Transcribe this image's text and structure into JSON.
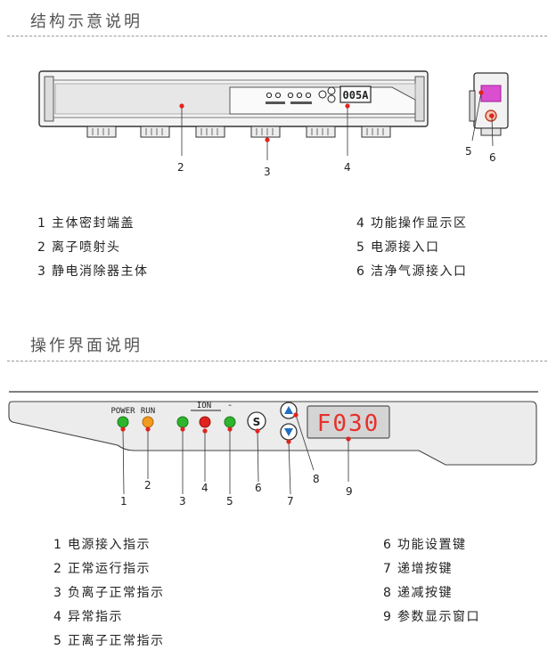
{
  "section1": {
    "title": "结构示意说明",
    "panel_digits": "005A",
    "callouts": [
      "2",
      "3",
      "4",
      "5",
      "6"
    ],
    "legend_left": [
      {
        "num": "1",
        "text": "主体密封端盖"
      },
      {
        "num": "2",
        "text": "离子喷射头"
      },
      {
        "num": "3",
        "text": "静电消除器主体"
      }
    ],
    "legend_right": [
      {
        "num": "4",
        "text": "功能操作显示区"
      },
      {
        "num": "5",
        "text": "电源接入口"
      },
      {
        "num": "6",
        "text": "洁净气源接入口"
      }
    ]
  },
  "section2": {
    "title": "操作界面说明",
    "label_power": "POWER",
    "label_run": "RUN",
    "label_ion": "ION",
    "label_minus": "-",
    "set_key": "S",
    "display": "F030",
    "callouts": [
      "1",
      "2",
      "3",
      "4",
      "5",
      "6",
      "7",
      "8",
      "9"
    ],
    "legend_left": [
      {
        "num": "1",
        "text": "电源接入指示"
      },
      {
        "num": "2",
        "text": "正常运行指示"
      },
      {
        "num": "3",
        "text": "负离子正常指示"
      },
      {
        "num": "4",
        "text": "异常指示"
      },
      {
        "num": "5",
        "text": "正离子正常指示"
      }
    ],
    "legend_right": [
      {
        "num": "6",
        "text": "功能设置键"
      },
      {
        "num": "7",
        "text": "递增按键"
      },
      {
        "num": "8",
        "text": "递减按键"
      },
      {
        "num": "9",
        "text": "参数显示窗口"
      }
    ]
  },
  "colors": {
    "led_green": "#2db52d",
    "led_orange": "#f29a1d",
    "led_red": "#e0231e",
    "callout_dot": "#e0231e",
    "display_red": "#e8302a",
    "button_blue": "#1d6fc2"
  }
}
